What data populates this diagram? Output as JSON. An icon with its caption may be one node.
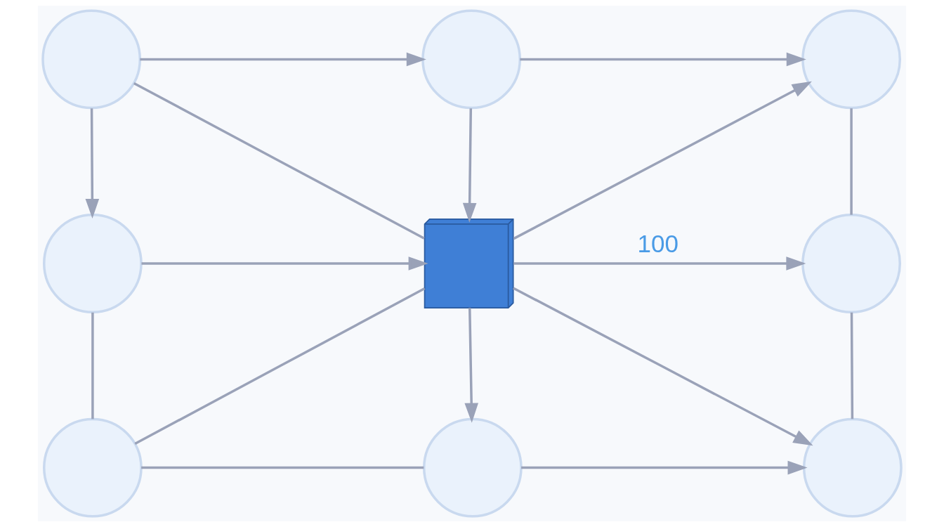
{
  "diagram": {
    "nodes": [
      {
        "text": [],
        "shape": "circle"
      },
      {
        "text": [],
        "shape": "circle"
      },
      {
        "text": [],
        "shape": "circle"
      },
      {
        "text": [],
        "shape": "circle"
      },
      {
        "text": [],
        "shape": "picture"
      },
      {
        "text": [],
        "shape": "circle"
      },
      {
        "text": [],
        "shape": "circle"
      },
      {
        "text": [],
        "shape": "circle"
      },
      {
        "text": [],
        "shape": "circle"
      }
    ],
    "edges": [
      {
        "from": 0,
        "to": 1,
        "arrow": "to"
      },
      {
        "from": 1,
        "to": 2,
        "arrow": "to"
      },
      {
        "from": 0,
        "to": 3,
        "arrow": "to"
      },
      {
        "from": 0,
        "to": 4,
        "arrow": "none"
      },
      {
        "from": 1,
        "to": 4,
        "arrow": "to"
      },
      {
        "from": 4,
        "to": 2,
        "arrow": "to"
      },
      {
        "from": 2,
        "to": 5,
        "arrow": "none"
      },
      {
        "from": 3,
        "to": 4,
        "arrow": "to"
      },
      {
        "from": 4,
        "to": 5,
        "arrow": "to",
        "label": "100"
      },
      {
        "from": 3,
        "to": 6,
        "arrow": "none"
      },
      {
        "from": 6,
        "to": 4,
        "arrow": "none"
      },
      {
        "from": 4,
        "to": 7,
        "arrow": "to"
      },
      {
        "from": 4,
        "to": 8,
        "arrow": "to"
      },
      {
        "from": 5,
        "to": 8,
        "arrow": "none"
      },
      {
        "from": 6,
        "to": 7,
        "arrow": "none"
      },
      {
        "from": 7,
        "to": 8,
        "arrow": "to"
      }
    ]
  }
}
